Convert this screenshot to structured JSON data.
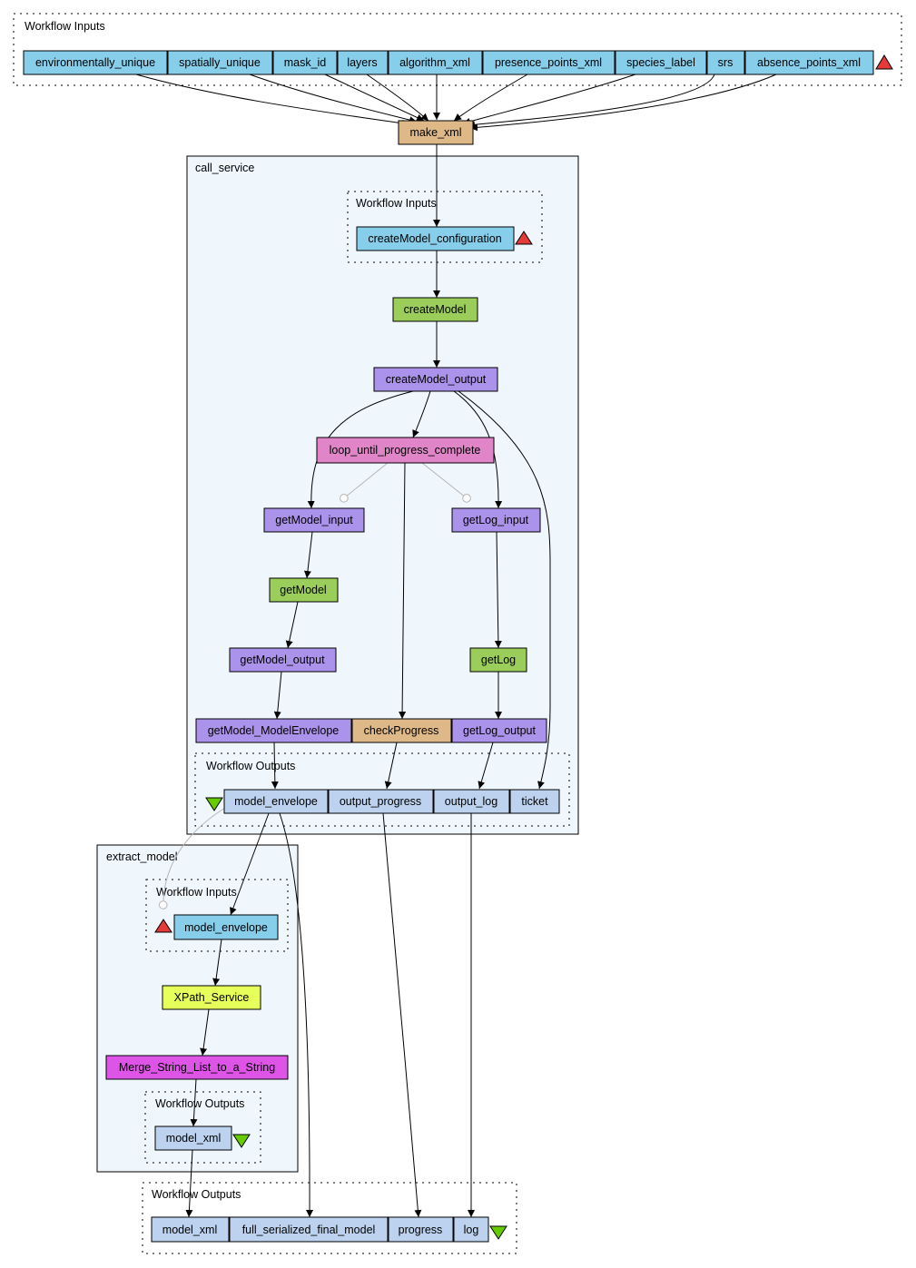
{
  "colors": {
    "input": "#87ceeb",
    "output": "#bcd2ee",
    "beanshell": "#deb887",
    "wsdl": "#9acd5a",
    "xml_splitter": "#ab92ea",
    "nested": "#e086c8",
    "xpath": "#e6ff5a",
    "local_worker": "#dd54e6",
    "subworkflow_bg": "#eff7fd",
    "input_port_triangle": "#e53a3a",
    "output_port_triangle": "#66cc00"
  },
  "groups": {
    "top_inputs": "Workflow Inputs",
    "call_service": "call_service",
    "cs_inputs": "Workflow Inputs",
    "cs_outputs": "Workflow Outputs",
    "extract_model": "extract_model",
    "em_inputs": "Workflow Inputs",
    "em_outputs": "Workflow Outputs",
    "bottom_outputs": "Workflow Outputs"
  },
  "nodes": {
    "environmentally_unique": "environmentally_unique",
    "spatially_unique": "spatially_unique",
    "mask_id": "mask_id",
    "layers": "layers",
    "algorithm_xml": "algorithm_xml",
    "presence_points_xml": "presence_points_xml",
    "species_label": "species_label",
    "srs": "srs",
    "absence_points_xml": "absence_points_xml",
    "make_xml": "make_xml",
    "createModel_configuration": "createModel_configuration",
    "createModel": "createModel",
    "createModel_output": "createModel_output",
    "loop_until_progress_complete": "loop_until_progress_complete",
    "getModel_input": "getModel_input",
    "getLog_input": "getLog_input",
    "getModel": "getModel",
    "getModel_output": "getModel_output",
    "getLog": "getLog",
    "getModel_ModelEnvelope": "getModel_ModelEnvelope",
    "checkProgress": "checkProgress",
    "getLog_output": "getLog_output",
    "cs_model_envelope": "model_envelope",
    "output_progress": "output_progress",
    "output_log": "output_log",
    "ticket": "ticket",
    "em_model_envelope": "model_envelope",
    "XPath_Service": "XPath_Service",
    "Merge_String_List_to_a_String": "Merge_String_List_to_a_String",
    "em_model_xml": "model_xml",
    "out_model_xml": "model_xml",
    "full_serialized_final_model": "full_serialized_final_model",
    "progress": "progress",
    "log": "log"
  }
}
